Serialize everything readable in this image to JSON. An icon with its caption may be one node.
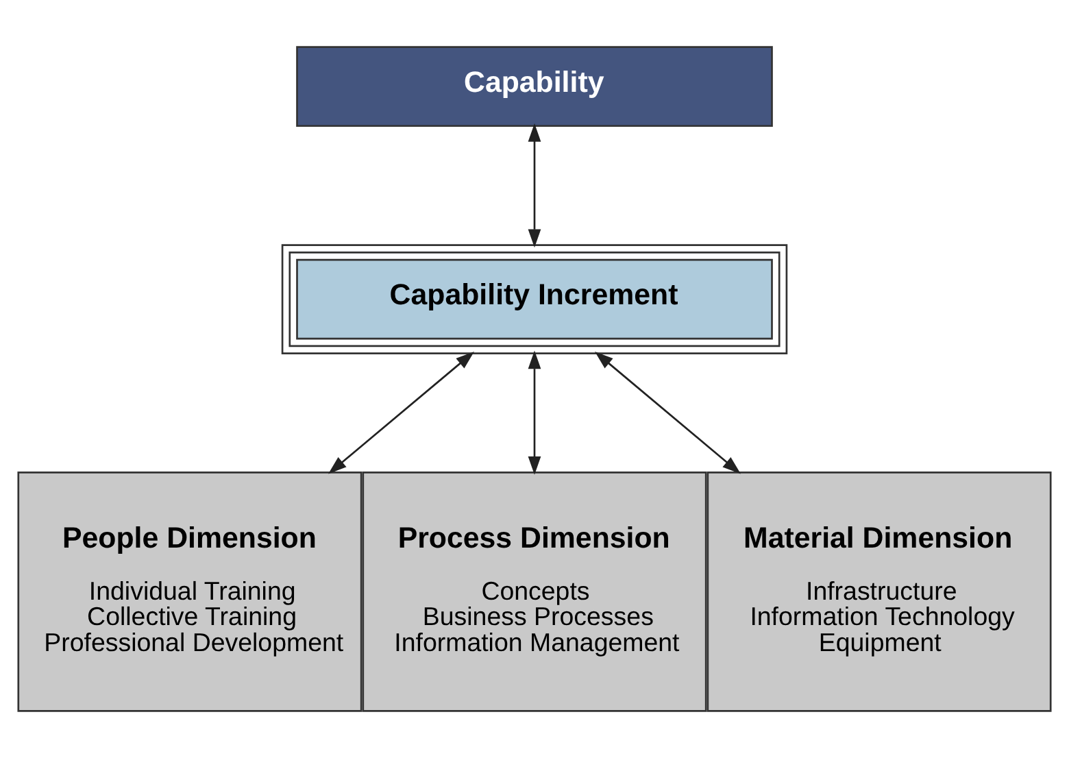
{
  "diagram": {
    "nodes": [
      {
        "text": [
          "Capability"
        ]
      },
      {
        "text": [
          "Capability Increment"
        ]
      },
      {
        "text": [
          "People Dimension",
          "Individual Training",
          "Collective Training",
          "Professional Development"
        ]
      },
      {
        "text": [
          "Process Dimension",
          "Concepts",
          "Business Processes",
          "Information Management"
        ]
      },
      {
        "text": [
          "Material Dimension",
          "Infrastructure",
          "Information Technology",
          "Equipment"
        ]
      }
    ],
    "edges": [
      {
        "from": 0,
        "to": 1,
        "arrow": "both"
      },
      {
        "from": 1,
        "to": 2,
        "arrow": "both"
      },
      {
        "from": 1,
        "to": 3,
        "arrow": "both"
      },
      {
        "from": 1,
        "to": 4,
        "arrow": "both"
      }
    ]
  }
}
